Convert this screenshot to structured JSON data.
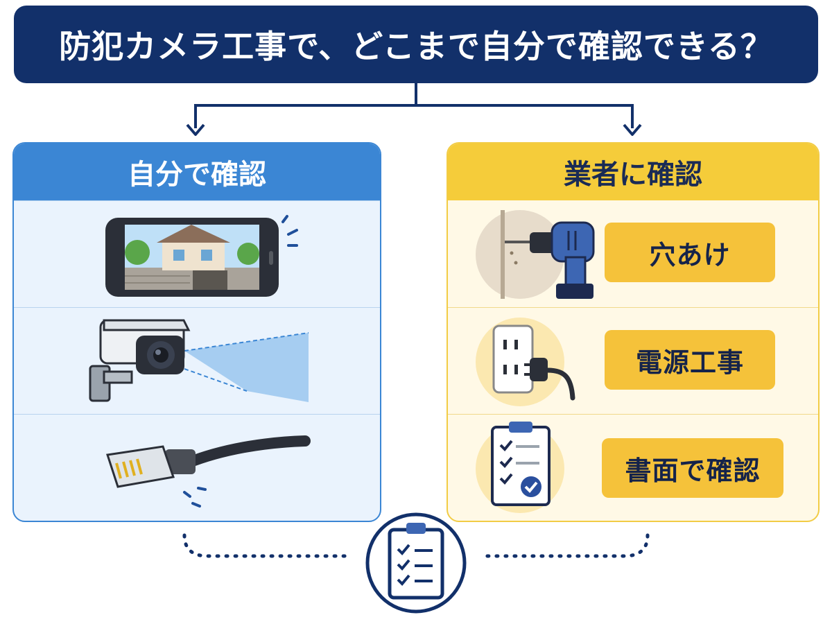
{
  "title": "防犯カメラ工事で、どこまで自分で確認できる？",
  "left_panel": {
    "heading": "自分で確認",
    "items": [
      "smartphone-house-view-icon",
      "security-camera-icon",
      "lan-cable-icon"
    ]
  },
  "right_panel": {
    "heading": "業者に確認",
    "items": [
      {
        "label": "穴あけ",
        "icon": "power-drill-icon"
      },
      {
        "label": "電源工事",
        "icon": "power-outlet-icon"
      },
      {
        "label": "書面で確認",
        "icon": "clipboard-checklist-icon"
      }
    ]
  },
  "colors": {
    "navy": "#12306a",
    "blue": "#3b86d4",
    "yellow": "#f5c23a",
    "light_blue": "#eaf3fd",
    "light_yellow": "#fff9e6"
  }
}
